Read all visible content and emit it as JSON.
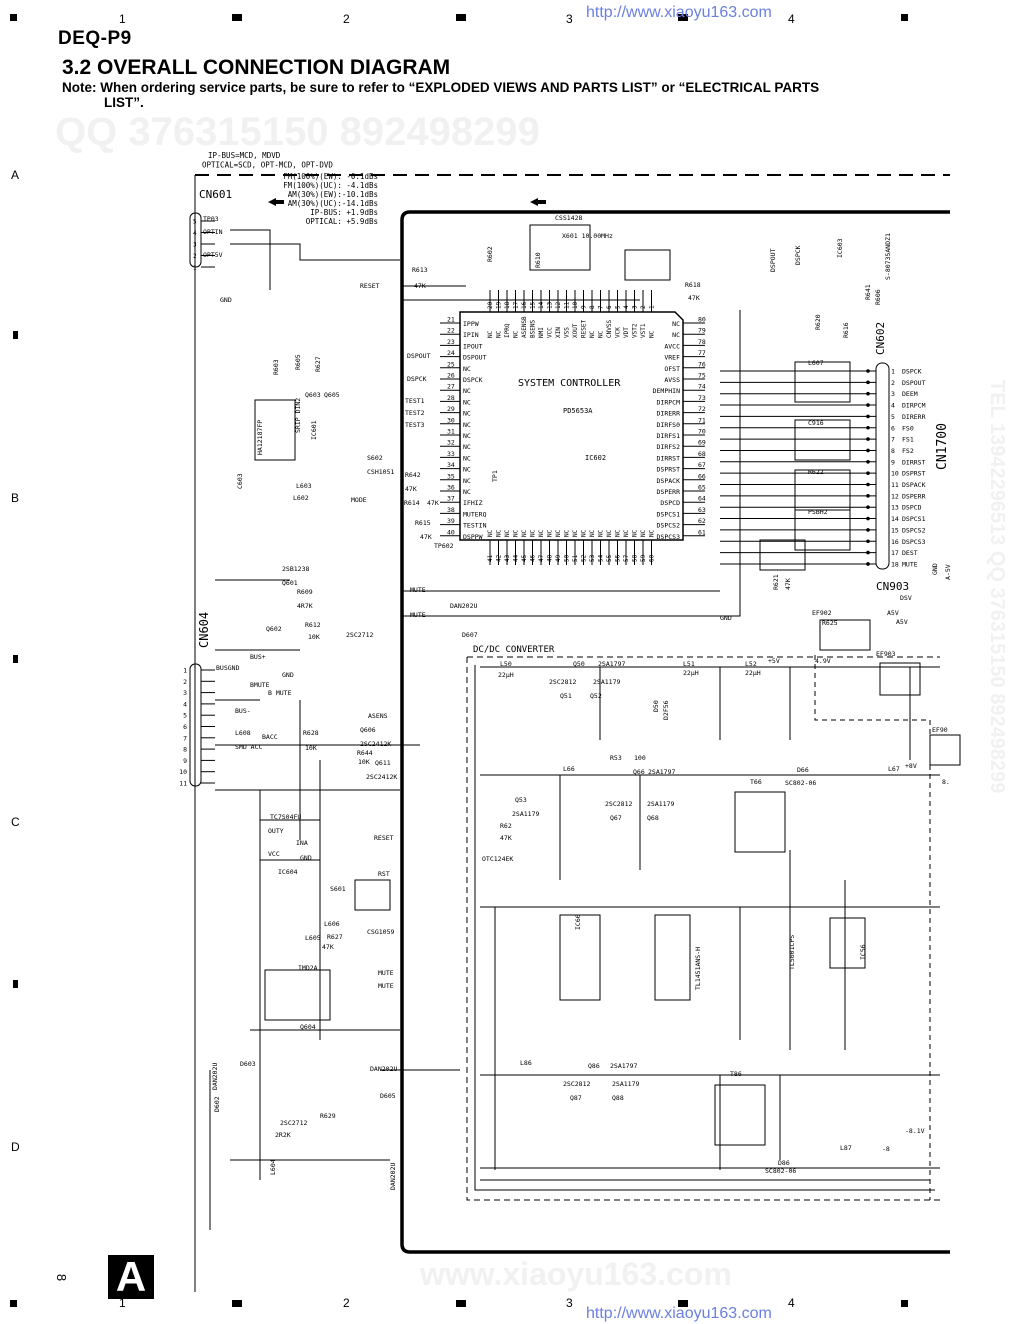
{
  "header": {
    "model": "DEQ-P9",
    "title": "3.2 OVERALL CONNECTION DIAGRAM",
    "note_line1": "Note: When ordering service parts, be sure to refer to “EXPLODED VIEWS AND PARTS LIST” or “ELECTRICAL PARTS",
    "note_line2": "LIST”.",
    "url_top": "http://www.xiaoyu163.com",
    "url_bottom": "http://www.xiaoyu163.com"
  },
  "grid": {
    "columns": [
      "1",
      "2",
      "3",
      "4"
    ],
    "rows": [
      "A",
      "B",
      "C",
      "D"
    ],
    "page_number": "8",
    "sheet_letter": "A"
  },
  "watermarks": {
    "qq": "QQ 376315150   892498299",
    "side": "TEL 13942296513  QQ 376315150  892498299",
    "site": "www.xiaoyu163.com"
  },
  "input_notes": {
    "line1": "IP-BUS=MCD, MDVD",
    "line2": "OPTICAL=SCD, OPT-MCD, OPT-DVD",
    "levels": [
      "FM(100%)(EW): -0.1dBs",
      "FM(100%)(UC): -4.1dBs",
      "AM(30%)(EW):-10.1dBs",
      "AM(30%)(UC):-14.1dBs",
      "IP-BUS: +1.9dBs",
      "OPTICAL: +5.9dBs"
    ]
  },
  "ic602": {
    "title": "SYSTEM CONTROLLER",
    "part": "PD5653A",
    "ref": "IC602",
    "top_pins": [
      [
        "20",
        "NC"
      ],
      [
        "19",
        "NC"
      ],
      [
        "18",
        "IPRQ"
      ],
      [
        "17",
        "NC"
      ],
      [
        "16",
        "ASENSB"
      ],
      [
        "15",
        "BSENS"
      ],
      [
        "14",
        "NMI"
      ],
      [
        "13",
        "VCC"
      ],
      [
        "12",
        "XIN"
      ],
      [
        "11",
        "VSS"
      ],
      [
        "10",
        "XOUT"
      ],
      [
        "9",
        "RESET"
      ],
      [
        "8",
        "NC"
      ],
      [
        "7",
        "NC"
      ],
      [
        "6",
        "CNVSS"
      ],
      [
        "5",
        "VCK"
      ],
      [
        "4",
        "VDT"
      ],
      [
        "3",
        "VST2"
      ],
      [
        "2",
        "VST1"
      ],
      [
        "1",
        "NC"
      ]
    ],
    "left_pins": [
      [
        "21",
        "IPPW"
      ],
      [
        "22",
        "IPIN"
      ],
      [
        "23",
        "IPOUT"
      ],
      [
        "24",
        "DSPOUT"
      ],
      [
        "25",
        "NC"
      ],
      [
        "26",
        "DSPCK"
      ],
      [
        "27",
        "NC"
      ],
      [
        "28",
        "NC"
      ],
      [
        "29",
        "NC"
      ],
      [
        "30",
        "NC"
      ],
      [
        "31",
        "NC"
      ],
      [
        "32",
        "NC"
      ],
      [
        "33",
        "NC"
      ],
      [
        "34",
        "NC"
      ],
      [
        "35",
        "NC"
      ],
      [
        "36",
        "NC"
      ],
      [
        "37",
        "IFHIZ"
      ],
      [
        "38",
        "MUTERQ"
      ],
      [
        "39",
        "TESTIN"
      ],
      [
        "40",
        "DSPPW"
      ]
    ],
    "right_pins": [
      [
        "80",
        "NC"
      ],
      [
        "79",
        "NC"
      ],
      [
        "78",
        "AVCC"
      ],
      [
        "77",
        "VREF"
      ],
      [
        "76",
        "OFST"
      ],
      [
        "75",
        "AVSS"
      ],
      [
        "74",
        "DEMPHIN"
      ],
      [
        "73",
        "DIRPCM"
      ],
      [
        "72",
        "DIRERR"
      ],
      [
        "71",
        "DIRFS0"
      ],
      [
        "70",
        "DIRFS1"
      ],
      [
        "69",
        "DIRFS2"
      ],
      [
        "68",
        "DIRRST"
      ],
      [
        "67",
        "DSPRST"
      ],
      [
        "66",
        "DSPACK"
      ],
      [
        "65",
        "DSPERR"
      ],
      [
        "64",
        "DSPCD"
      ],
      [
        "63",
        "DSPCS1"
      ],
      [
        "62",
        "DSPCS2"
      ],
      [
        "61",
        "DSPCS3"
      ]
    ],
    "bottom_pins": [
      [
        "41",
        "NC"
      ],
      [
        "42",
        "NC"
      ],
      [
        "43",
        "NC"
      ],
      [
        "44",
        "NC"
      ],
      [
        "45",
        "NC"
      ],
      [
        "46",
        "NC"
      ],
      [
        "47",
        "NC"
      ],
      [
        "48",
        "NC"
      ],
      [
        "49",
        "NC"
      ],
      [
        "50",
        "NC"
      ],
      [
        "51",
        "NC"
      ],
      [
        "52",
        "NC"
      ],
      [
        "53",
        "NC"
      ],
      [
        "54",
        "NC"
      ],
      [
        "55",
        "NC"
      ],
      [
        "56",
        "NC"
      ],
      [
        "57",
        "NC"
      ],
      [
        "58",
        "NC"
      ],
      [
        "59",
        "NC"
      ],
      [
        "60",
        "NC"
      ]
    ]
  },
  "cn1700": {
    "ref": "CN1700",
    "pins": [
      [
        "1",
        "DSPCK"
      ],
      [
        "2",
        "DSPOUT"
      ],
      [
        "3",
        "DEEM"
      ],
      [
        "4",
        "DIRPCM"
      ],
      [
        "5",
        "DIRERR"
      ],
      [
        "6",
        "FS0"
      ],
      [
        "7",
        "FS1"
      ],
      [
        "8",
        "FS2"
      ],
      [
        "9",
        "DIRRST"
      ],
      [
        "10",
        "DSPRST"
      ],
      [
        "11",
        "DSPACK"
      ],
      [
        "12",
        "DSPERR"
      ],
      [
        "13",
        "DSPCD"
      ],
      [
        "14",
        "DSPCS1"
      ],
      [
        "15",
        "DSPCS2"
      ],
      [
        "16",
        "DSPCS3"
      ],
      [
        "17",
        "DEST"
      ],
      [
        "18",
        "MUTE"
      ]
    ]
  },
  "cn604": {
    "ref": "CN604",
    "pins": [
      "1",
      "2",
      "3",
      "4",
      "5",
      "6",
      "7",
      "8",
      "9",
      "10",
      "11"
    ]
  },
  "cn601": {
    "ref": "CN601",
    "pins": [
      "5",
      "4",
      "3",
      "2",
      "1"
    ]
  },
  "labels": [
    "CN602",
    "CN903",
    "DC/DC CONVERTER",
    "CSS1428",
    "X601 10.00MHz",
    "TP03",
    "OPTIN",
    "OPT5V",
    "GND",
    "TC7S04FU",
    "IC604",
    "OUTY",
    "INA",
    "VCC",
    "GND",
    "CSG1059",
    "S601",
    "RESET",
    "RST",
    "IMD2A",
    "Q604",
    "MUTE",
    "MUTE",
    "DAN202U",
    "D607",
    "MUTE",
    "MUTE",
    "DAN202U",
    "D605",
    "D603",
    "DAN202U",
    "D602",
    "DAN202U",
    "2SB1238",
    "Q601",
    "R609",
    "4R7K",
    "R612",
    "10K",
    "Q602",
    "2SC2712",
    "GND",
    "BUS+",
    "BUSGND",
    "BMUTE",
    "B MUTE",
    "BUS-",
    "L608",
    "BACC",
    "SMD ACC",
    "R628",
    "10K",
    "ASENS",
    "Q606",
    "2SC2412K",
    "R644",
    "10K",
    "Q611",
    "2SC2412K",
    "L50",
    "22µH",
    "Q50",
    "2SA1797",
    "2SC2812",
    "Q51",
    "2SA1179",
    "Q52",
    "L51",
    "22µH",
    "L52",
    "22µH",
    "+5V",
    "4.9V",
    "D50",
    "D2F56",
    "EF902",
    "A5V",
    "EF903",
    "EF90",
    "R53",
    "100",
    "L66",
    "Q66",
    "2SA1797",
    "2SC2812",
    "Q67",
    "2SA1179",
    "Q68",
    "T66",
    "D66",
    "SC802-06",
    "L67",
    "+8V",
    "8.",
    "Q53",
    "2SA1179",
    "OTC124EK",
    "R62",
    "47K",
    "IC66",
    "TL1451ANS-H",
    "TL5001CPS",
    "IC56",
    "L86",
    "Q86",
    "2SA1797",
    "2SC2812",
    "Q87",
    "2SA1179",
    "Q88",
    "T86",
    "D86",
    "SC802-06",
    "L87",
    "-8.1V",
    "-8",
    "HA12187FP",
    "IC601",
    "SRIP DIN2",
    "L603",
    "L602",
    "S602",
    "CSH1051",
    "MODE",
    "R642",
    "47K",
    "R614",
    "47K",
    "R615",
    "47K",
    "TP602",
    "TEST1",
    "TEST2",
    "TEST3",
    "TP1",
    "DSPOUT",
    "DSPCK",
    "R613",
    "47K",
    "RESET",
    "R618",
    "47K",
    "DSPOUT",
    "DSPCK",
    "IC603",
    "S-80735ANDZ1",
    "R621",
    "47K",
    "GND",
    "DSV",
    "A5V",
    "GND",
    "A-5V",
    "R620",
    "R625",
    "47K",
    "R627",
    "Q605",
    "Q603",
    "2SC2712",
    "R629",
    "2R2K",
    "L604",
    "L605",
    "L606",
    "L607",
    "C916",
    "R622",
    "PSBH2",
    "R616",
    "R641",
    "R606",
    "R610",
    "R602",
    "R603",
    "R605",
    "R627",
    "C603"
  ]
}
